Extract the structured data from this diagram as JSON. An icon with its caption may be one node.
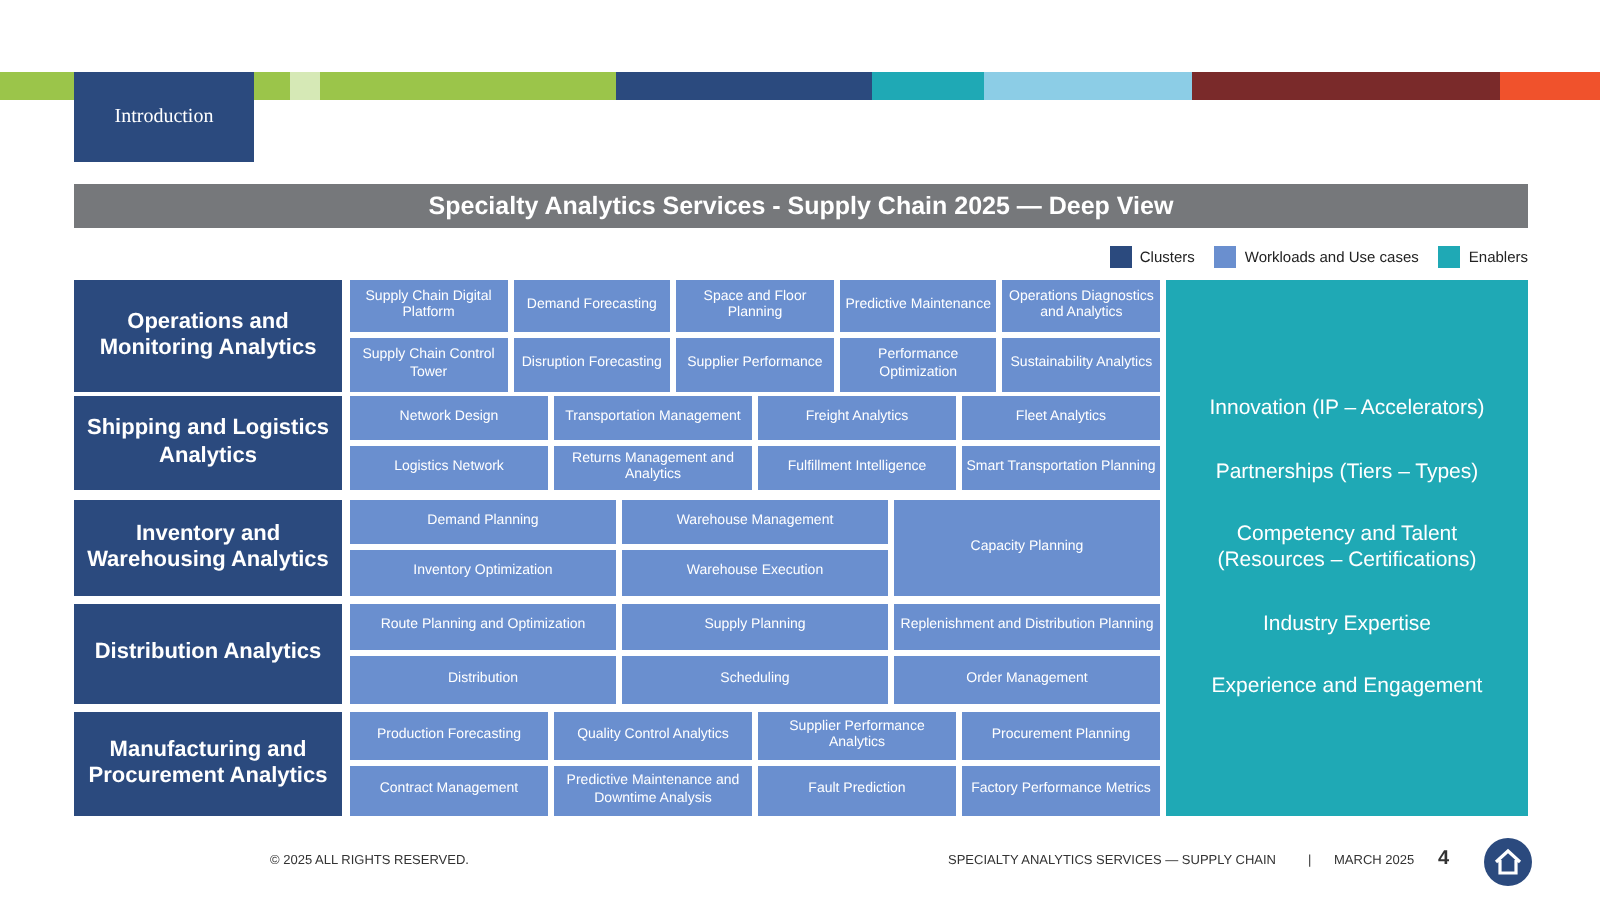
{
  "diagram": {
    "title": "Specialty Analytics Services - Supply Chain 2025 — Deep View",
    "nodes": [
      {
        "text": [
          "Introduction"
        ]
      },
      {
        "text": [
          "Operations and Monitoring Analytics"
        ]
      },
      {
        "text": [
          "Supply Chain Digital Platform"
        ]
      },
      {
        "text": [
          "Demand Forecasting"
        ]
      },
      {
        "text": [
          "Space and Floor Planning"
        ]
      },
      {
        "text": [
          "Predictive Maintenance"
        ]
      },
      {
        "text": [
          "Operations Diagnostics and Analytics"
        ]
      },
      {
        "text": [
          "Supply Chain Control Tower"
        ]
      },
      {
        "text": [
          "Disruption Forecasting"
        ]
      },
      {
        "text": [
          "Supplier Performance"
        ]
      },
      {
        "text": [
          "Performance Optimization"
        ]
      },
      {
        "text": [
          "Sustainability Analytics"
        ]
      },
      {
        "text": [
          "Shipping and Logistics Analytics"
        ]
      },
      {
        "text": [
          "Network Design"
        ]
      },
      {
        "text": [
          "Transportation Management"
        ]
      },
      {
        "text": [
          "Freight Analytics"
        ]
      },
      {
        "text": [
          "Fleet Analytics"
        ]
      },
      {
        "text": [
          "Logistics Network"
        ]
      },
      {
        "text": [
          "Returns Management and Analytics"
        ]
      },
      {
        "text": [
          "Fulfillment Intelligence"
        ]
      },
      {
        "text": [
          "Smart Transportation Planning"
        ]
      },
      {
        "text": [
          "Inventory and Warehousing Analytics"
        ]
      },
      {
        "text": [
          "Demand Planning"
        ]
      },
      {
        "text": [
          "Warehouse Management"
        ]
      },
      {
        "text": [
          "Capacity Planning"
        ]
      },
      {
        "text": [
          "Inventory Optimization"
        ]
      },
      {
        "text": [
          "Warehouse Execution"
        ]
      },
      {
        "text": [
          "Distribution Analytics"
        ]
      },
      {
        "text": [
          "Route Planning and Optimization"
        ]
      },
      {
        "text": [
          "Supply Planning"
        ]
      },
      {
        "text": [
          "Replenishment and Distribution Planning"
        ]
      },
      {
        "text": [
          "Distribution"
        ]
      },
      {
        "text": [
          "Scheduling"
        ]
      },
      {
        "text": [
          "Order Management"
        ]
      },
      {
        "text": [
          "Manufacturing and Procurement Analytics"
        ]
      },
      {
        "text": [
          "Production Forecasting"
        ]
      },
      {
        "text": [
          "Quality Control Analytics"
        ]
      },
      {
        "text": [
          "Supplier Performance Analytics"
        ]
      },
      {
        "text": [
          "Procurement Planning"
        ]
      },
      {
        "text": [
          "Contract Management"
        ]
      },
      {
        "text": [
          "Predictive Maintenance and Downtime Analysis"
        ]
      },
      {
        "text": [
          "Fault Prediction"
        ]
      },
      {
        "text": [
          "Factory Performance Metrics"
        ]
      },
      {
        "text": [
          "Innovation (IP – Accelerators)",
          "Partnerships (Tiers – Types)",
          "Competency and Talent (Resources – Certifications)",
          "Industry Expertise",
          "Experience and Engagement"
        ]
      }
    ],
    "labels": [
      "© 2025 ALL RIGHTS RESERVED.",
      "SPECIALTY ANALYTICS SERVICES — SUPPLY CHAIN",
      "|",
      "MARCH 2025",
      "4"
    ],
    "legend": [
      {
        "text": "Clusters",
        "color": "#2b4a7e"
      },
      {
        "text": "Workloads and Use cases",
        "color": "#6a8fcf"
      },
      {
        "text": "Enablers",
        "color": "#1fa9b5"
      }
    ]
  }
}
